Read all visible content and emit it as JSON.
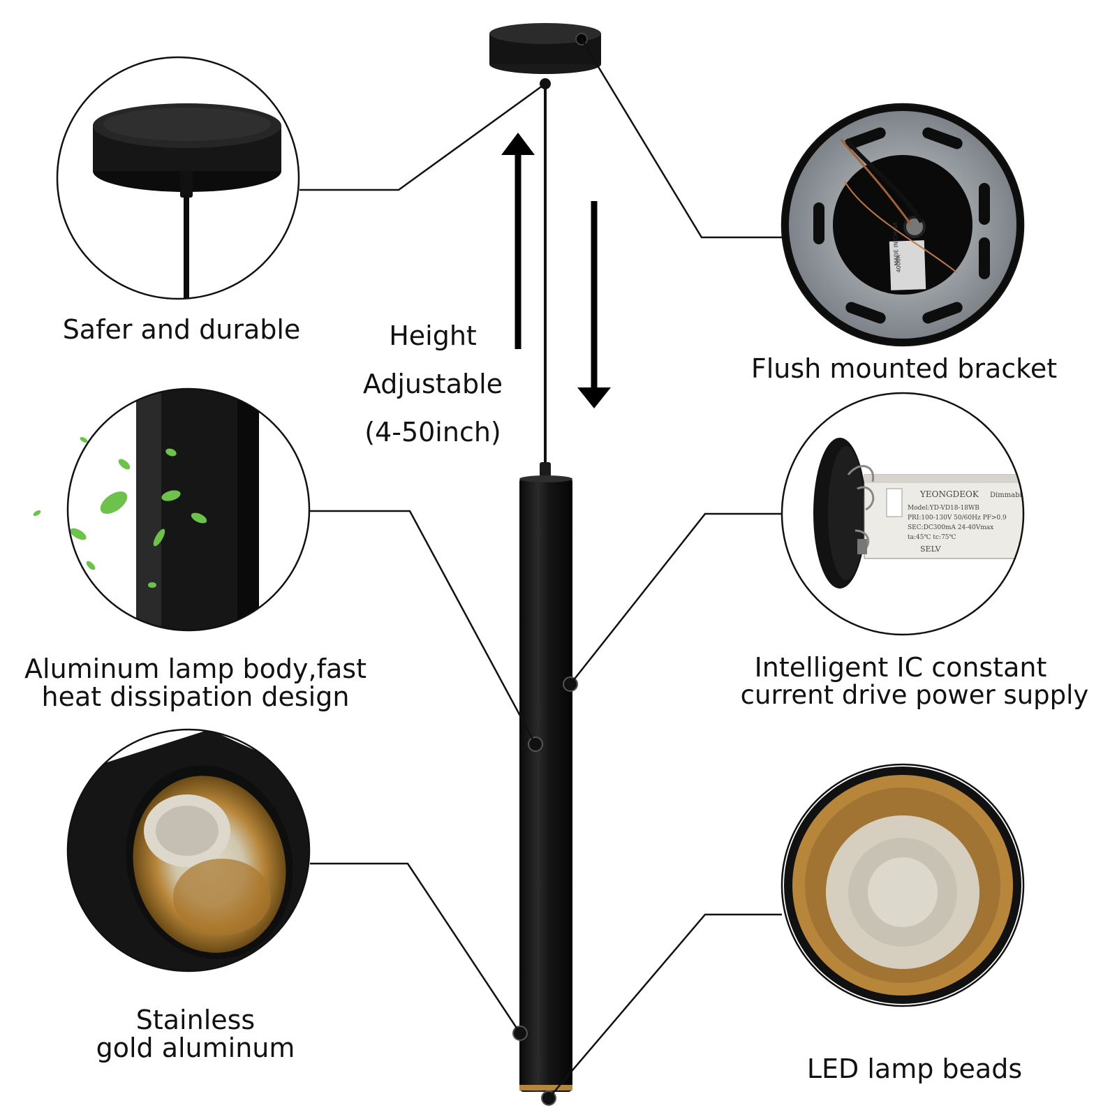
{
  "callouts": {
    "canopy": "Safer and durable",
    "bracket": "Flush mounted bracket",
    "body_line1": "Aluminum lamp body,fast",
    "body_line2": "heat dissipation design",
    "driver_line1": "Intelligent IC constant",
    "driver_line2": "current drive power supply",
    "gold_line1": "Stainless",
    "gold_line2": "gold aluminum",
    "led": "LED lamp beads"
  },
  "height": {
    "line1": "Height",
    "line2": "Adjustable",
    "line3": "(4-50inch)"
  },
  "driver_label": {
    "brand": "YEONGDEOK",
    "product": "Dimmable LED",
    "model": "Model:YD-VD18-18WB",
    "pri": "PRI:100-130V 50/60Hz PF>0.9",
    "sec": "SEC:DC300mA 24-40Vmax",
    "temps": "ta:45℃  tc:75℃",
    "selv": "SELV"
  },
  "bracket_label": {
    "made": "MADE IN CHINA",
    "cct": "4000K"
  },
  "colors": {
    "fixture_black": "#141414",
    "gold": "#b8863a",
    "metal_grey": "#8e9398",
    "leaf_green": "#6cc24a"
  }
}
